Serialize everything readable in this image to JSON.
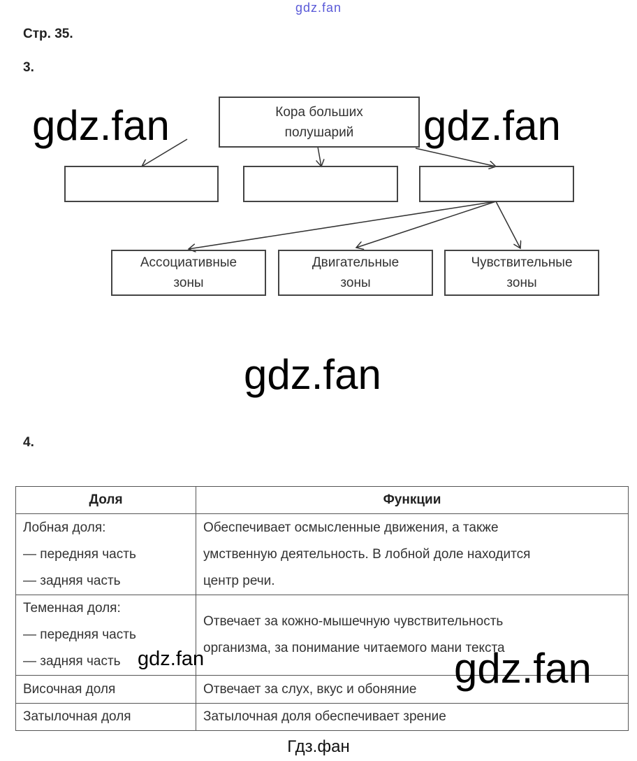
{
  "page_label": "Стр. 35.",
  "task3": {
    "number": "3.",
    "root": "Кора больших\nполушарий",
    "level2": [
      "",
      "",
      ""
    ],
    "level3": [
      "Ассоциативные\nзоны",
      "Двигательные\nзоны",
      "Чувствительные\nзоны"
    ]
  },
  "task4": {
    "number": "4.",
    "headers": [
      "Доля",
      "Функции"
    ],
    "rows": [
      {
        "lobe": [
          "Лобная доля:",
          "— передняя часть",
          "— задняя часть"
        ],
        "function": [
          "Обеспечивает осмысленные движения, а также",
          "умственную деятельность. В лобной доле находится",
          "центр речи."
        ]
      },
      {
        "lobe": [
          "Теменная доля:",
          "— передняя часть",
          "— задняя часть"
        ],
        "function": [
          "Отвечает за кожно-мышечную чувствительность",
          "организма, за понимание читаемого мани текста"
        ]
      },
      {
        "lobe": [
          "Височная доля"
        ],
        "function": [
          "Отвечает за слух, вкус и обоняние"
        ]
      },
      {
        "lobe": [
          "Затылочная доля"
        ],
        "function": [
          "Затылочная доля обеспечивает зрение"
        ]
      }
    ]
  },
  "watermarks": {
    "top": "gdz.fan",
    "large": "gdz.fan",
    "small": "gdz.fan"
  },
  "footer": "Гдз.фан",
  "colors": {
    "watermark_top": "#4a4ad0"
  }
}
